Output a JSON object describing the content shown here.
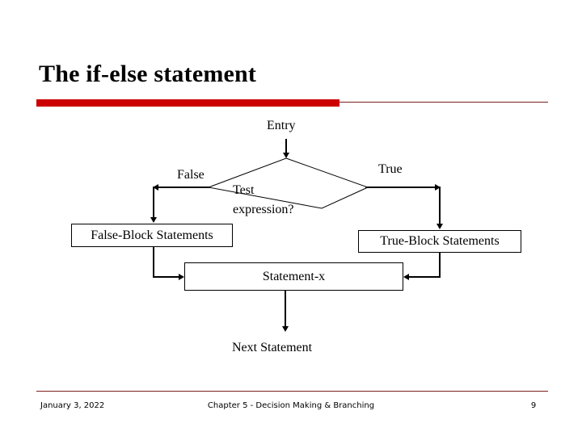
{
  "slide": {
    "title": "The if-else statement",
    "accent_color": "#cc0000",
    "rule_color": "#7b1d1d"
  },
  "flowchart": {
    "entry_label": "Entry",
    "false_branch_label": "False",
    "true_branch_label": "True",
    "decision_line1": "Test",
    "decision_line2": "expression?",
    "false_block_label": "False-Block Statements",
    "true_block_label": "True-Block Statements",
    "merge_block_label": "Statement-x",
    "next_statement_label": "Next Statement"
  },
  "footer": {
    "date": "January 3, 2022",
    "chapter": "Chapter 5 - Decision Making & Branching",
    "page_number": "9"
  }
}
